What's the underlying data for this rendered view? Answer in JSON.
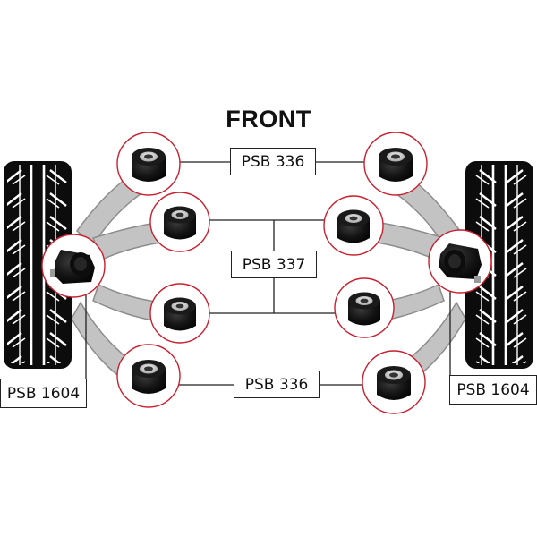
{
  "title": "FRONT",
  "labels": {
    "upper_outer": "PSB 336",
    "middle": "PSB 337",
    "lower_outer": "PSB 336",
    "left_hub": "PSB 1604",
    "right_hub": "PSB 1604"
  },
  "colors": {
    "arm": "#c3c3c3",
    "arm_edge": "#8c8c8c",
    "circle_ring": "#c8202f",
    "bush": "#141414",
    "tyre": "#0c0c0c",
    "tread": "#ffffff",
    "connector": "#222222"
  },
  "icons": [
    "tyre-icon",
    "bush-icon",
    "hub-bush-icon"
  ]
}
